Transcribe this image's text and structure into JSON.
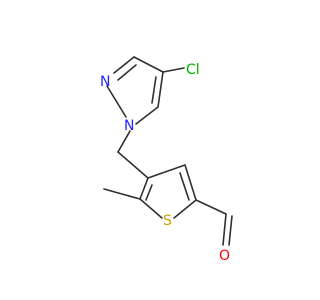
{
  "molecule": {
    "atoms": {
      "chlorine": {
        "label": "Cl",
        "color": "#00b000"
      },
      "pyrazole_n2": {
        "label": "N",
        "color": "#2222ff"
      },
      "pyrazole_n1": {
        "label": "N",
        "color": "#2222ff"
      },
      "thiophene_s": {
        "label": "S",
        "color": "#c8a000"
      },
      "aldehyde_o": {
        "label": "O",
        "color": "#ff0000"
      }
    },
    "bond_color": "#303030"
  }
}
